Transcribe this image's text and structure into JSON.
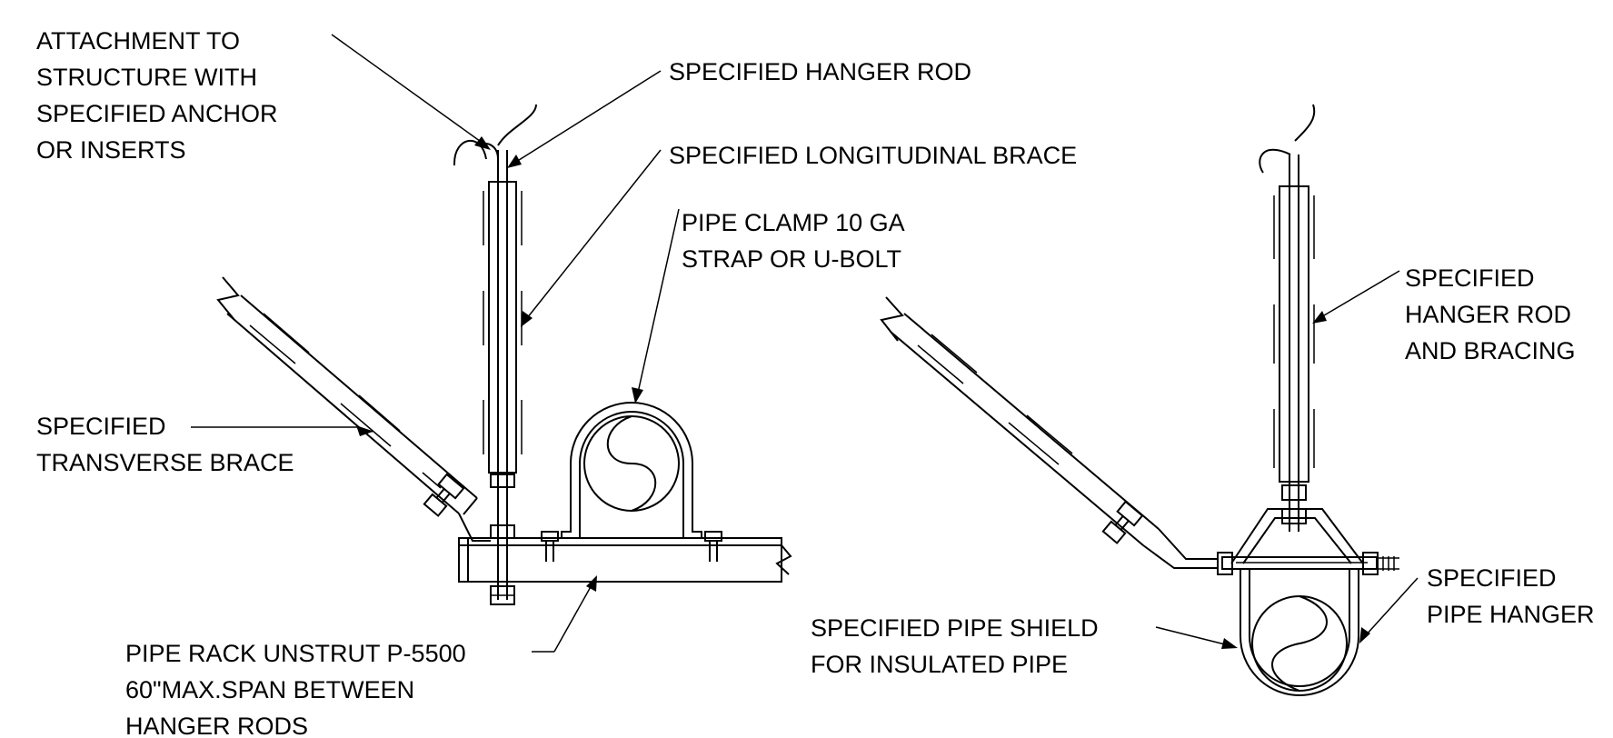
{
  "labels": {
    "attachment": [
      "ATTACHMENT TO",
      "STRUCTURE WITH",
      "SPECIFIED ANCHOR",
      "OR INSERTS"
    ],
    "hanger_rod_left": "SPECIFIED HANGER ROD",
    "longitudinal_brace": "SPECIFIED LONGITUDINAL BRACE",
    "pipe_clamp": [
      "PIPE CLAMP 10 GA",
      "STRAP OR U-BOLT"
    ],
    "transverse_brace": [
      "SPECIFIED",
      "TRANSVERSE BRACE"
    ],
    "pipe_rack": [
      "PIPE RACK UNSTRUT P-5500",
      "60\"MAX.SPAN BETWEEN",
      "HANGER RODS"
    ],
    "hanger_rod_right": [
      "SPECIFIED",
      "HANGER ROD",
      "AND BRACING"
    ],
    "pipe_shield": [
      "SPECIFIED PIPE SHIELD",
      "FOR INSULATED PIPE"
    ],
    "pipe_hanger": [
      "SPECIFIED",
      "PIPE HANGER"
    ]
  }
}
